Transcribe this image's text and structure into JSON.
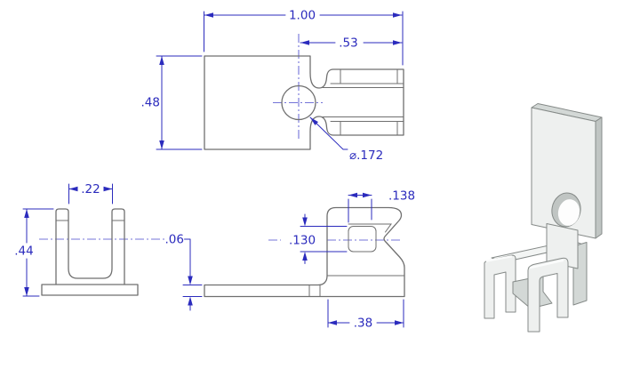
{
  "drawing": {
    "background": "#ffffff",
    "colors": {
      "outline": "#6f6f6f",
      "dimension": "#2b2bbd",
      "centerline": "#7474d8",
      "iso_face_light": "#eef0ef",
      "iso_face_mid": "#d3d8d6",
      "iso_face_dark": "#c0c5c3",
      "iso_edge": "#858a88"
    },
    "views": {
      "top_view": {
        "dims": {
          "overall_width": "1.00",
          "tab_length": ".53",
          "body_height": ".48",
          "hole_diameter": "⌀.172"
        }
      },
      "front_view": {
        "dims": {
          "slot_width": ".22",
          "overall_height": ".44"
        }
      },
      "side_view": {
        "dims": {
          "material_thickness": ".06",
          "clip_opening": ".130",
          "hook_depth": ".138",
          "clip_length": ".38"
        }
      }
    }
  }
}
